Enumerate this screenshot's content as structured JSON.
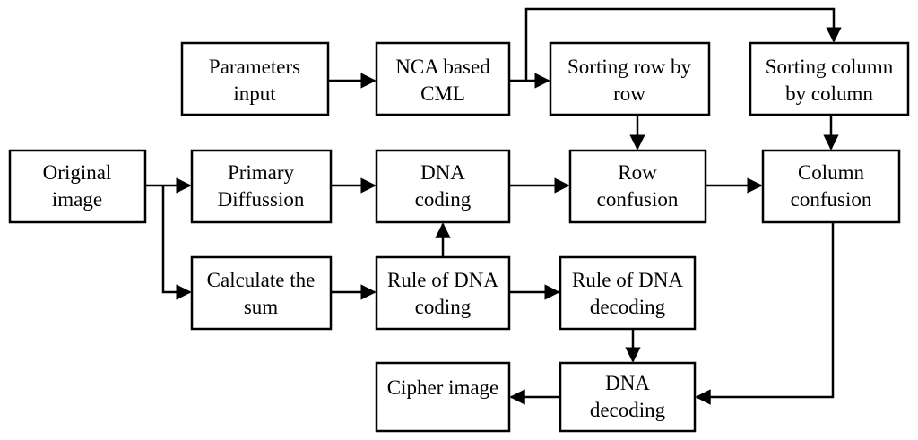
{
  "nodes": {
    "parameters": {
      "line1": "Parameters",
      "line2": "input"
    },
    "nca": {
      "line1": "NCA based",
      "line2": "CML"
    },
    "sort_row": {
      "line1": "Sorting row by",
      "line2": "row"
    },
    "sort_col": {
      "line1": "Sorting column",
      "line2": "by column"
    },
    "original": {
      "line1": "Original",
      "line2": "image"
    },
    "primary": {
      "line1": "Primary",
      "line2": "Diffussion"
    },
    "dna_coding": {
      "line1": "DNA",
      "line2": "coding"
    },
    "row_conf": {
      "line1": "Row",
      "line2": "confusion"
    },
    "col_conf": {
      "line1": "Column",
      "line2": "confusion"
    },
    "calc_sum": {
      "line1": "Calculate the",
      "line2": "sum"
    },
    "rule_coding": {
      "line1": "Rule of DNA",
      "line2": "coding"
    },
    "rule_decoding": {
      "line1": "Rule of DNA",
      "line2": "decoding"
    },
    "cipher": {
      "line1": "Cipher image"
    },
    "dna_decoding": {
      "line1": "DNA",
      "line2": "decoding"
    }
  },
  "colors": {
    "stroke": "#000000",
    "fill": "#ffffff",
    "text": "#000000"
  }
}
